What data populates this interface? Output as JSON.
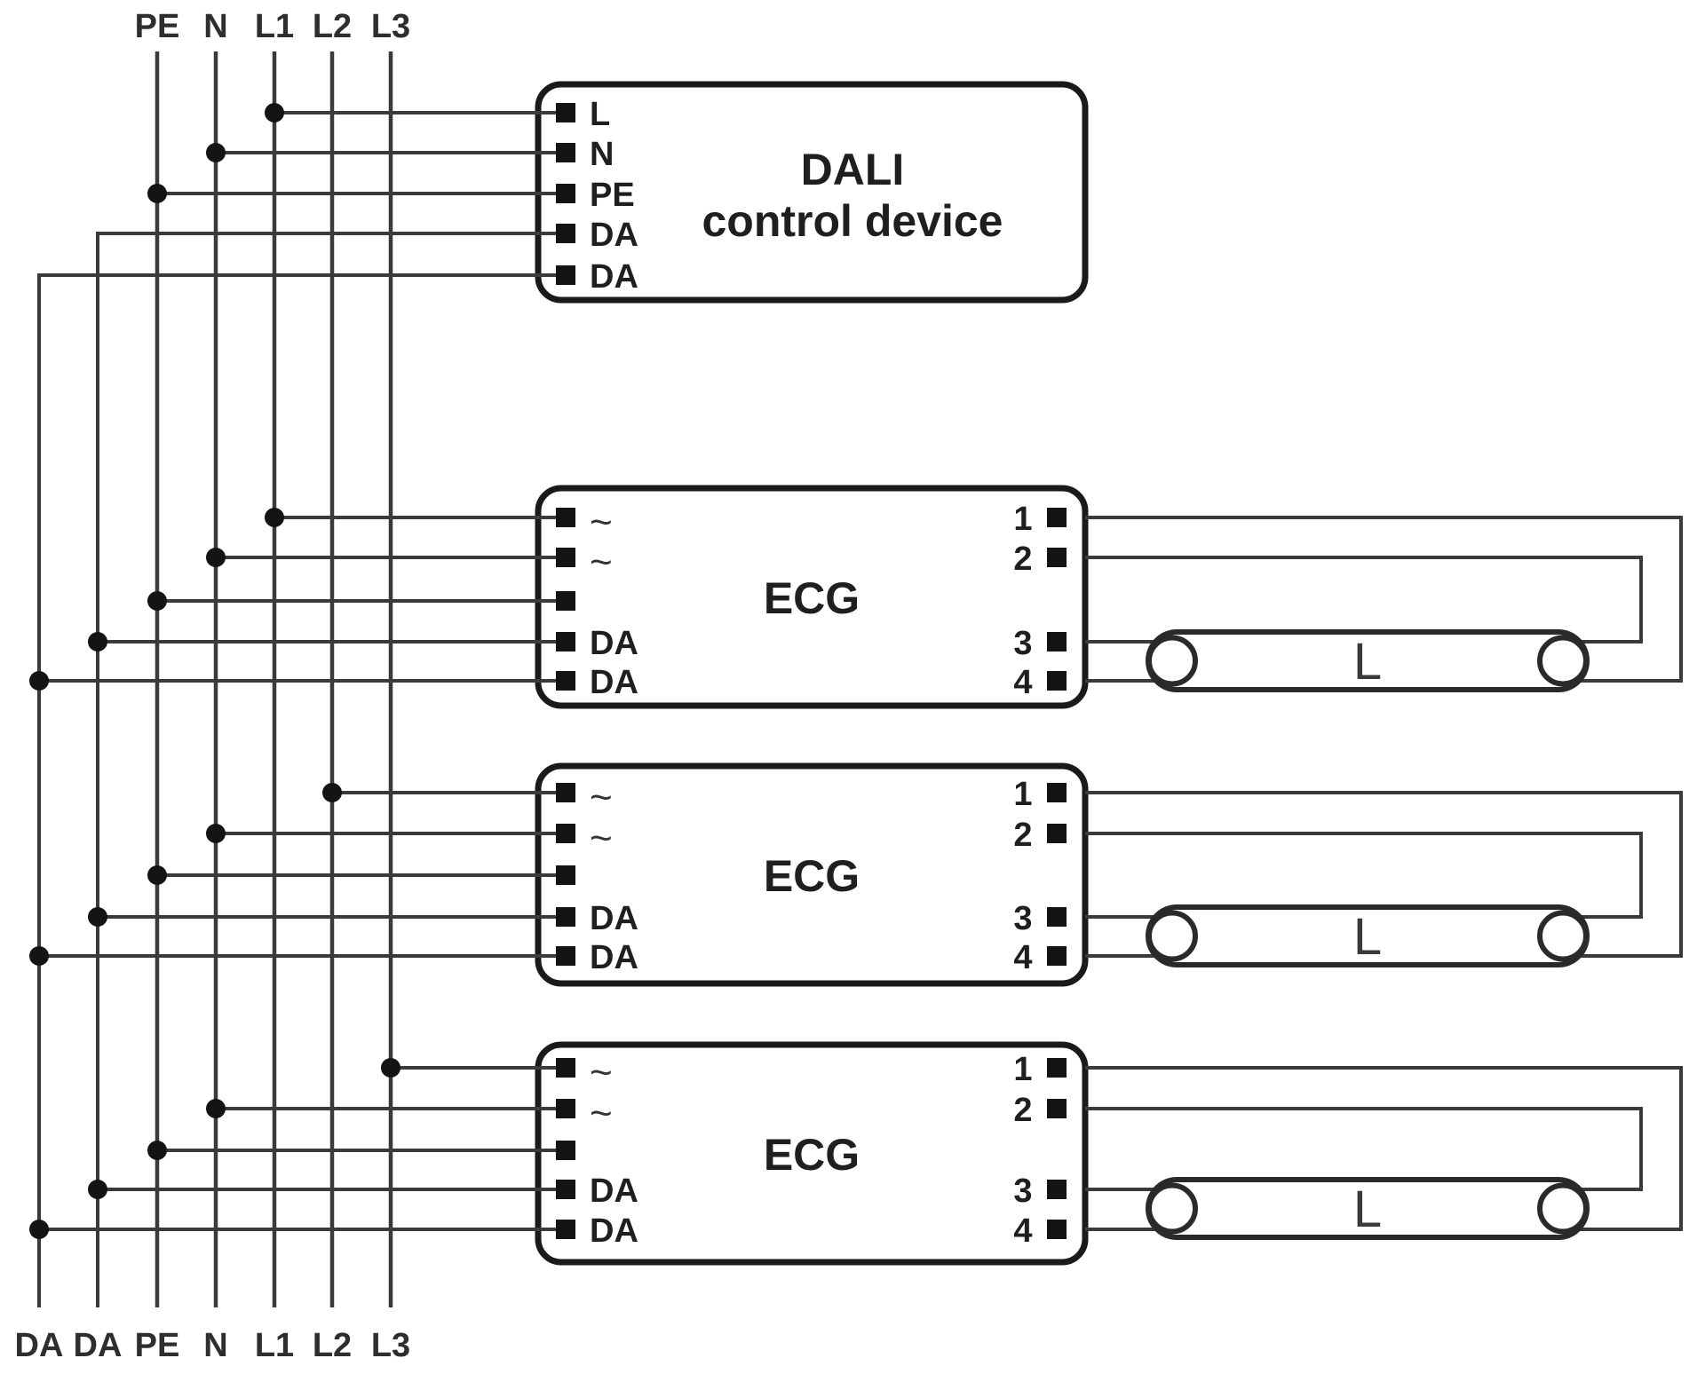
{
  "colors": {
    "background": "#ffffff",
    "wire": "#3a3a3a",
    "box_border": "#1a1a1a",
    "terminal_fill": "#141414",
    "text": "#1f1f1f"
  },
  "top_bus_labels": [
    {
      "label": "PE"
    },
    {
      "label": "N"
    },
    {
      "label": "L1"
    },
    {
      "label": "L2"
    },
    {
      "label": "L3"
    }
  ],
  "bottom_bus_labels": [
    {
      "label": "DA"
    },
    {
      "label": "DA"
    },
    {
      "label": "PE"
    },
    {
      "label": "N"
    },
    {
      "label": "L1"
    },
    {
      "label": "L2"
    },
    {
      "label": "L3"
    }
  ],
  "dali_device": {
    "title_line1": "DALI",
    "title_line2": "control device",
    "terminals": [
      "L",
      "N",
      "PE",
      "DA",
      "DA"
    ]
  },
  "ecg_devices": [
    {
      "label": "ECG",
      "left_terminals": [
        "~",
        "~",
        "",
        "DA",
        "DA"
      ],
      "right_terminals": [
        "1",
        "2",
        "3",
        "4"
      ],
      "lamp_label": "L"
    },
    {
      "label": "ECG",
      "left_terminals": [
        "~",
        "~",
        "",
        "DA",
        "DA"
      ],
      "right_terminals": [
        "1",
        "2",
        "3",
        "4"
      ],
      "lamp_label": "L"
    },
    {
      "label": "ECG",
      "left_terminals": [
        "~",
        "~",
        "",
        "DA",
        "DA"
      ],
      "right_terminals": [
        "1",
        "2",
        "3",
        "4"
      ],
      "lamp_label": "L"
    }
  ]
}
